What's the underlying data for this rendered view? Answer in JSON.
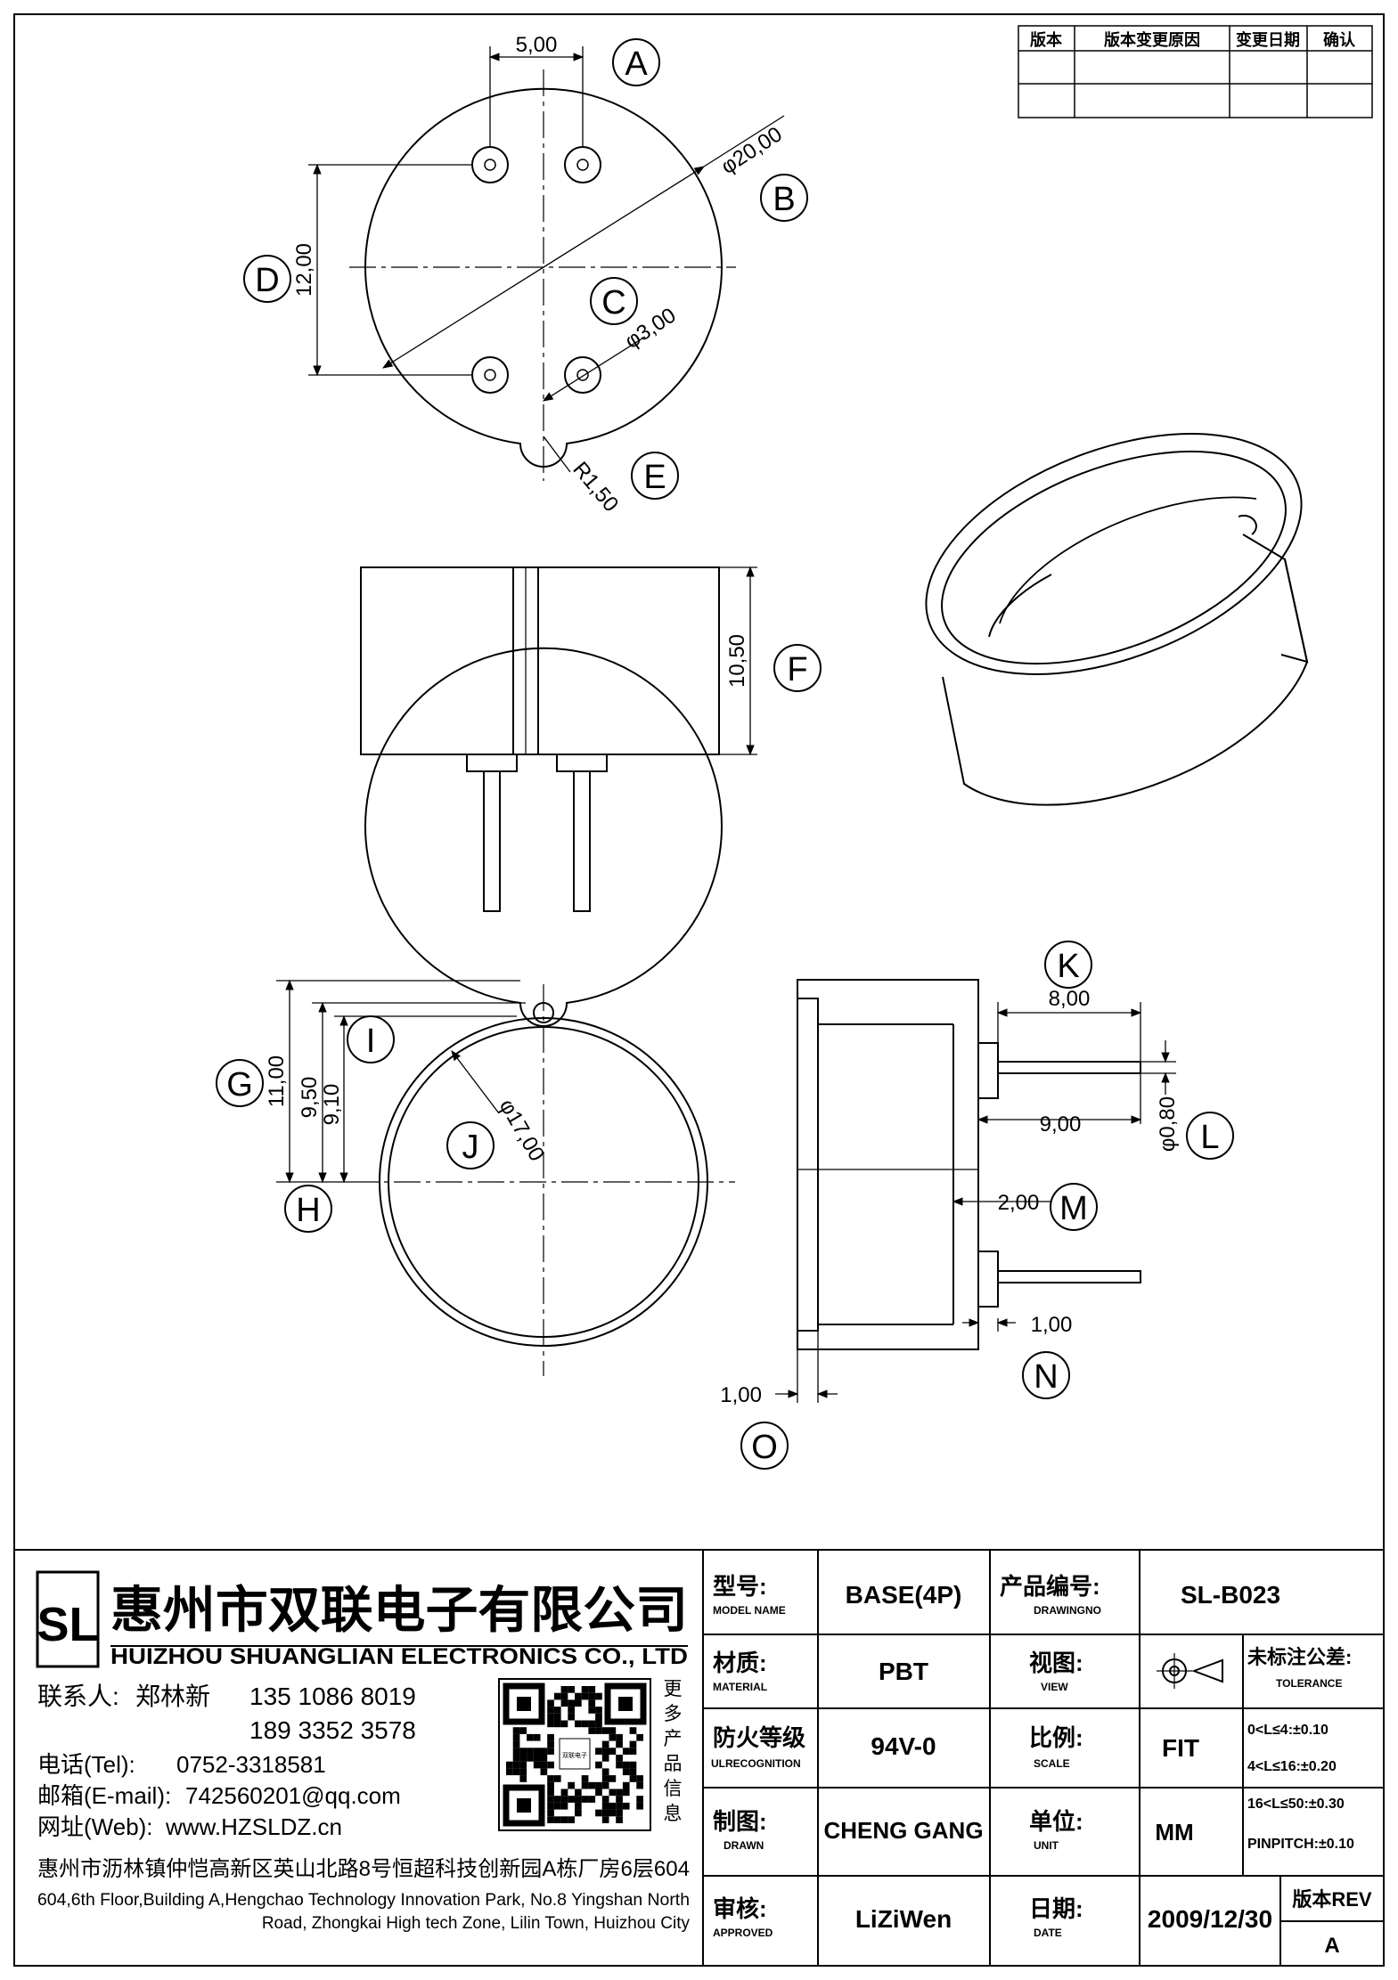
{
  "revision_table": {
    "headers": [
      "版本",
      "版本变更原因",
      "变更日期",
      "确认"
    ]
  },
  "callouts": {
    "A": "A",
    "B": "B",
    "C": "C",
    "D": "D",
    "E": "E",
    "F": "F",
    "G": "G",
    "H": "H",
    "I": "I",
    "J": "J",
    "K": "K",
    "L": "L",
    "M": "M",
    "N": "N",
    "O": "O"
  },
  "dimensions": {
    "pin_pitch_x": "5,00",
    "body_diameter": "φ20,00",
    "pin_pitch_y": "12,00",
    "hole_diameter": "φ3,00",
    "notch_radius": "R1,50",
    "height": "10,50",
    "overall_11": "11,00",
    "dim_950": "9,50",
    "dim_910": "9,10",
    "inner_diameter": "φ17,00",
    "pin_length_800": "8,00",
    "pin_length_900": "9,00",
    "pin_diameter": "φ0,80",
    "wall_200": "2,00",
    "standoff_100": "1,00",
    "base_100": "1,00"
  },
  "company": {
    "logo_letters": "SL",
    "name_cn": "惠州市双联电子有限公司",
    "name_en": "HUIZHOU SHUANGLIAN ELECTRONICS CO., LTD",
    "contact_label": "联系人:",
    "contact_name": "郑林新",
    "phone1": "135 1086 8019",
    "phone2": "189 3352 3578",
    "tel_label": "电话(Tel):",
    "tel": "0752-3318581",
    "email_label": "邮箱(E-mail):",
    "email": "742560201@qq.com",
    "web_label": "网址(Web):",
    "web": "www.HZSLDZ.cn",
    "qr_caption": [
      "更",
      "多",
      "产",
      "品",
      "信",
      "息"
    ],
    "qr_center_text": "双联电子",
    "address_cn": "惠州市沥林镇仲恺高新区英山北路8号恒超科技创新园A栋厂房6层604",
    "address_en_1": "604,6th Floor,Building A,Hengchao Technology Innovation Park, No.8 Yingshan North",
    "address_en_2": "Road, Zhongkai High tech Zone, Lilin Town, Huizhou City"
  },
  "title_block": {
    "model_label_cn": "型号:",
    "model_label_en": "MODEL NAME",
    "model": "BASE(4P)",
    "drawing_label_cn": "产品编号:",
    "drawing_label_en": "DRAWINGNO",
    "drawing_no": "SL-B023",
    "material_label_cn": "材质:",
    "material_label_en": "MATERIAL",
    "material": "PBT",
    "view_label_cn": "视图:",
    "view_label_en": "VIEW",
    "tolerance_label_cn": "未标注公差:",
    "tolerance_label_en": "TOLERANCE",
    "tolerances": [
      "0<L≤4:±0.10",
      "4<L≤16:±0.20",
      "16<L≤50:±0.30",
      "PINPITCH:±0.10"
    ],
    "fire_label_cn": "防火等级",
    "fire_label_en": "ULRECOGNITION",
    "fire_rating": "94V-0",
    "scale_label_cn": "比例:",
    "scale_label_en": "SCALE",
    "scale": "FIT",
    "drawn_label_cn": "制图:",
    "drawn_label_en": "DRAWN",
    "drawn_by": "CHENG GANG",
    "unit_label_cn": "单位:",
    "unit_label_en": "UNIT",
    "unit": "MM",
    "approved_label_cn": "审核:",
    "approved_label_en": "APPROVED",
    "approved_by": "LiZiWen",
    "date_label_cn": "日期:",
    "date_label_en": "DATE",
    "date": "2009/12/30",
    "rev_label": "版本REV",
    "rev": "A"
  }
}
